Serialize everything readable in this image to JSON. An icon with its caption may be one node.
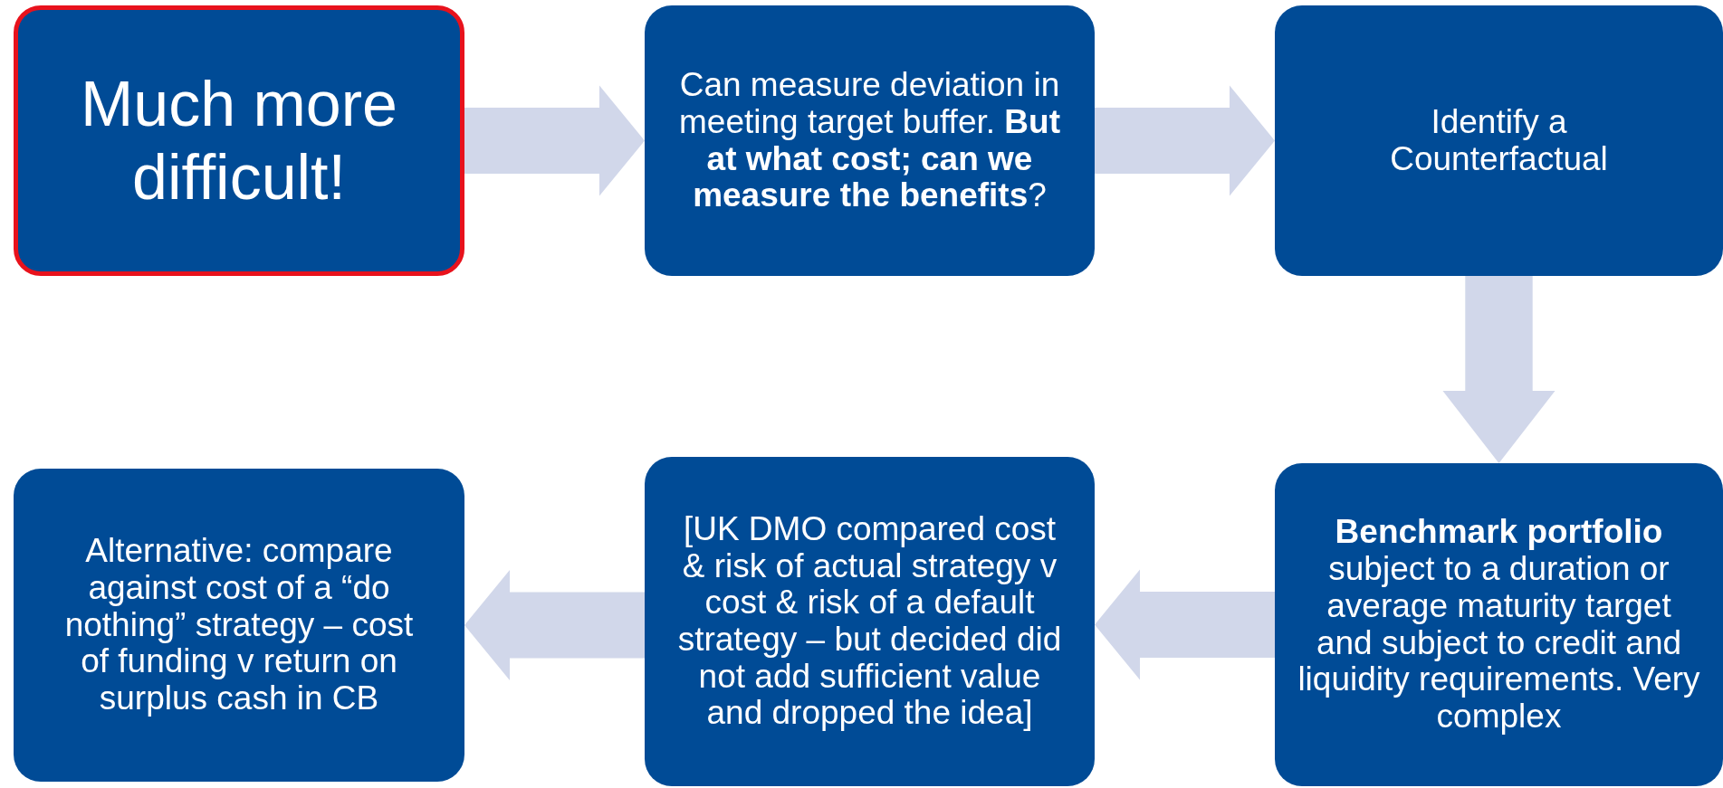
{
  "diagram": {
    "nodes": [
      {
        "text": [
          "Much more difficult!"
        ]
      },
      {
        "text": [
          "Can measure deviation in meeting target buffer. **But at what cost; can we measure the benefits**?"
        ]
      },
      {
        "text": [
          "Identify a Counterfactual"
        ]
      },
      {
        "text": [
          "**Benchmark portfolio** subject to a duration or average maturity target and subject to credit and liquidity requirements. Very complex"
        ]
      },
      {
        "text": [
          "[UK DMO compared cost & risk of actual strategy v cost & risk of a default strategy – but decided did not add sufficient value and dropped the idea]"
        ]
      },
      {
        "text": [
          "Alternative: compare against cost of a “do nothing” strategy – cost of funding v return on surplus cash in CB"
        ]
      }
    ],
    "edges": [
      {
        "from": 0,
        "to": 1,
        "arrow": "to"
      },
      {
        "from": 1,
        "to": 2,
        "arrow": "to"
      },
      {
        "from": 2,
        "to": 3,
        "arrow": "to"
      },
      {
        "from": 3,
        "to": 4,
        "arrow": "to"
      },
      {
        "from": 4,
        "to": 5,
        "arrow": "to"
      }
    ]
  }
}
